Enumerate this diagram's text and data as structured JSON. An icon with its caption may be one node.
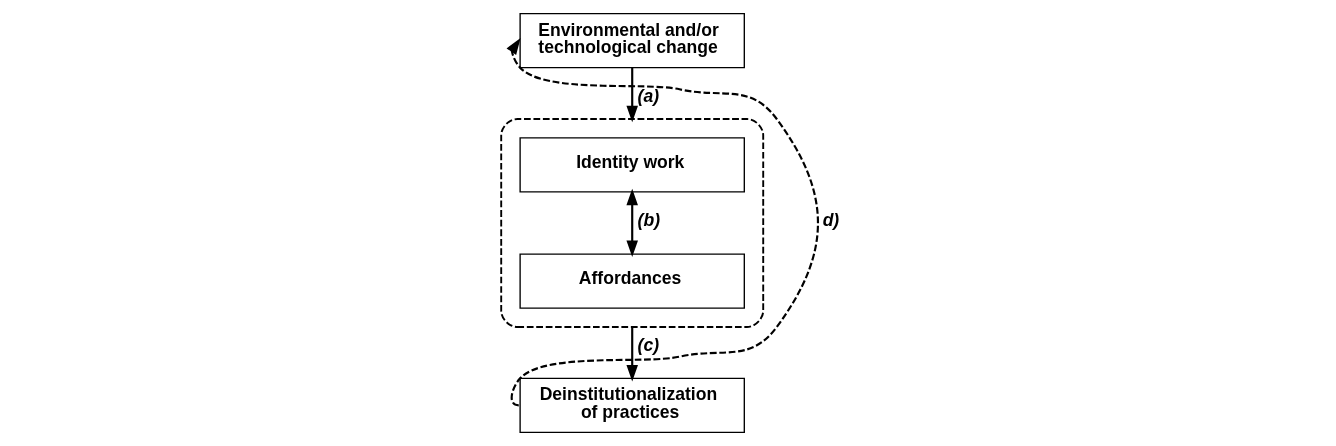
{
  "diagram": {
    "nodes": [
      {
        "text": [
          "Environmental and/or technological change"
        ]
      },
      {
        "text": [],
        "shape": "box"
      },
      {
        "text": [
          "Identity work"
        ],
        "in": 1
      },
      {
        "text": [
          "Affordances"
        ],
        "in": 1
      },
      {
        "text": [
          "Deinstitutionalization of practices"
        ]
      }
    ],
    "edges": [
      {
        "from": 0,
        "to": 1,
        "arrow": "to",
        "label": "(a)"
      },
      {
        "from": 2,
        "to": 3,
        "arrow": "both",
        "label": "(b)"
      },
      {
        "from": 1,
        "to": 4,
        "arrow": "to",
        "label": "(c)"
      },
      {
        "from": 4,
        "to": 0,
        "arrow": "to",
        "label": "d)",
        "style": "dashed"
      }
    ]
  }
}
